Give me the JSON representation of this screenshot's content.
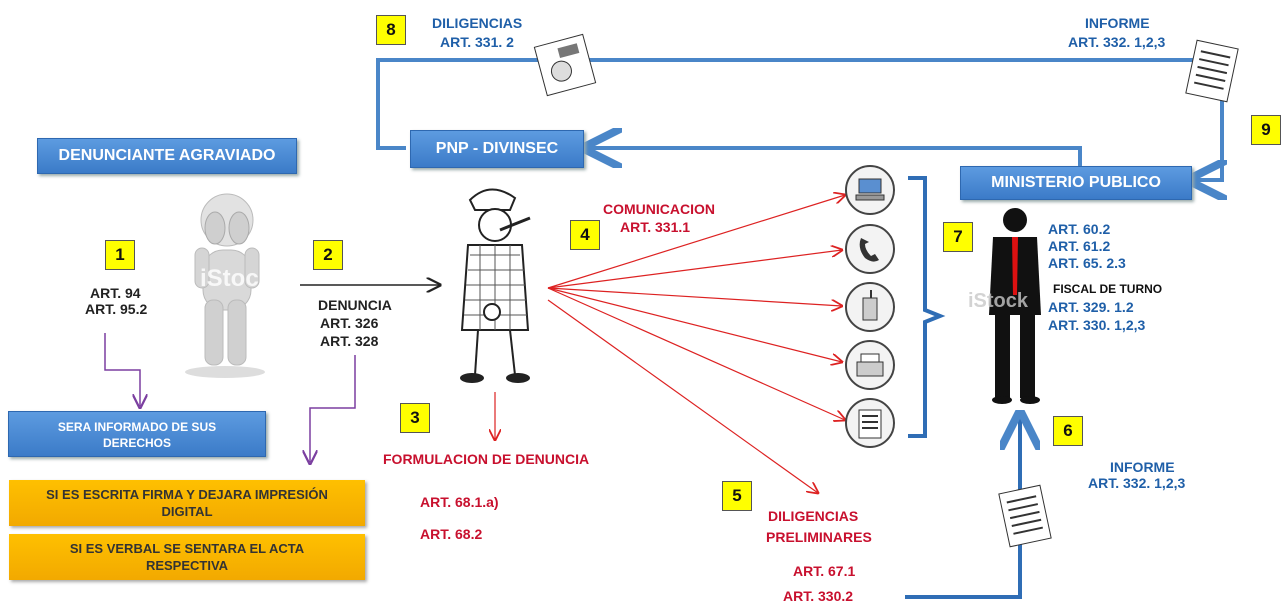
{
  "step_numbers": [
    "1",
    "2",
    "3",
    "4",
    "5",
    "6",
    "7",
    "8",
    "9"
  ],
  "boxes": {
    "denunciante": "DENUNCIANTE  AGRAVIADO",
    "pnp": "PNP - DIVINSEC",
    "ministerio": "MINISTERIO PUBLICO",
    "derechos_line1": "SERA INFORMADO DE SUS",
    "derechos_line2": "DERECHOS",
    "escrita_line1": "SI ES ESCRITA FIRMA Y DEJARA IMPRESIÓN",
    "escrita_line2": "DIGITAL",
    "verbal_line1": "SI ES VERBAL SE SENTARA EL ACTA",
    "verbal_line2": "RESPECTIVA"
  },
  "labels": {
    "art94": "ART. 94",
    "art952": "ART. 95.2",
    "denuncia": "DENUNCIA",
    "art326": "ART. 326",
    "art328": "ART. 328",
    "diligencias": "DILIGENCIAS",
    "art3312": "ART.  331. 2",
    "informe_top": "INFORME",
    "art332_top": "ART.  332. 1,2,3",
    "comunicacion": "COMUNICACION",
    "art3311": "ART.  331.1",
    "formulacion": "FORMULACION DE DENUNCIA",
    "art681a": "ART.  68.1.a)",
    "art682": "ART.  68.2",
    "diligencias_prelim_1": "DILIGENCIAS",
    "diligencias_prelim_2": "PRELIMINARES",
    "art671": "ART.  67.1",
    "art3302": "ART.  330.2",
    "art602": "ART.  60.2",
    "art612": "ART.  61.2",
    "art6523": "ART.  65. 2.3",
    "fiscal": "FISCAL DE TURNO",
    "art3291": "ART.  329.  1.2",
    "art330": "ART.  330. 1,2,3",
    "informe_bottom": "INFORME",
    "art332_bottom": "ART.  332. 1,2,3"
  },
  "watermarks": {
    "istock_left": "iStock",
    "istock_right": "iStock"
  },
  "colors": {
    "blue_box": "#3b7bc8",
    "blue_line": "#4a86c8",
    "orange_box": "#ffc000",
    "red_text": "#c8102e",
    "purple_line": "#7b3fa0",
    "number_bg": "#ffff00"
  },
  "icons": [
    "person-hands-face-icon",
    "detective-icon",
    "computer-icon",
    "telephone-icon",
    "radio-icon",
    "fax-icon",
    "document-icon",
    "businessman-icon",
    "documents-diligencias-icon",
    "document-informe-icon"
  ]
}
